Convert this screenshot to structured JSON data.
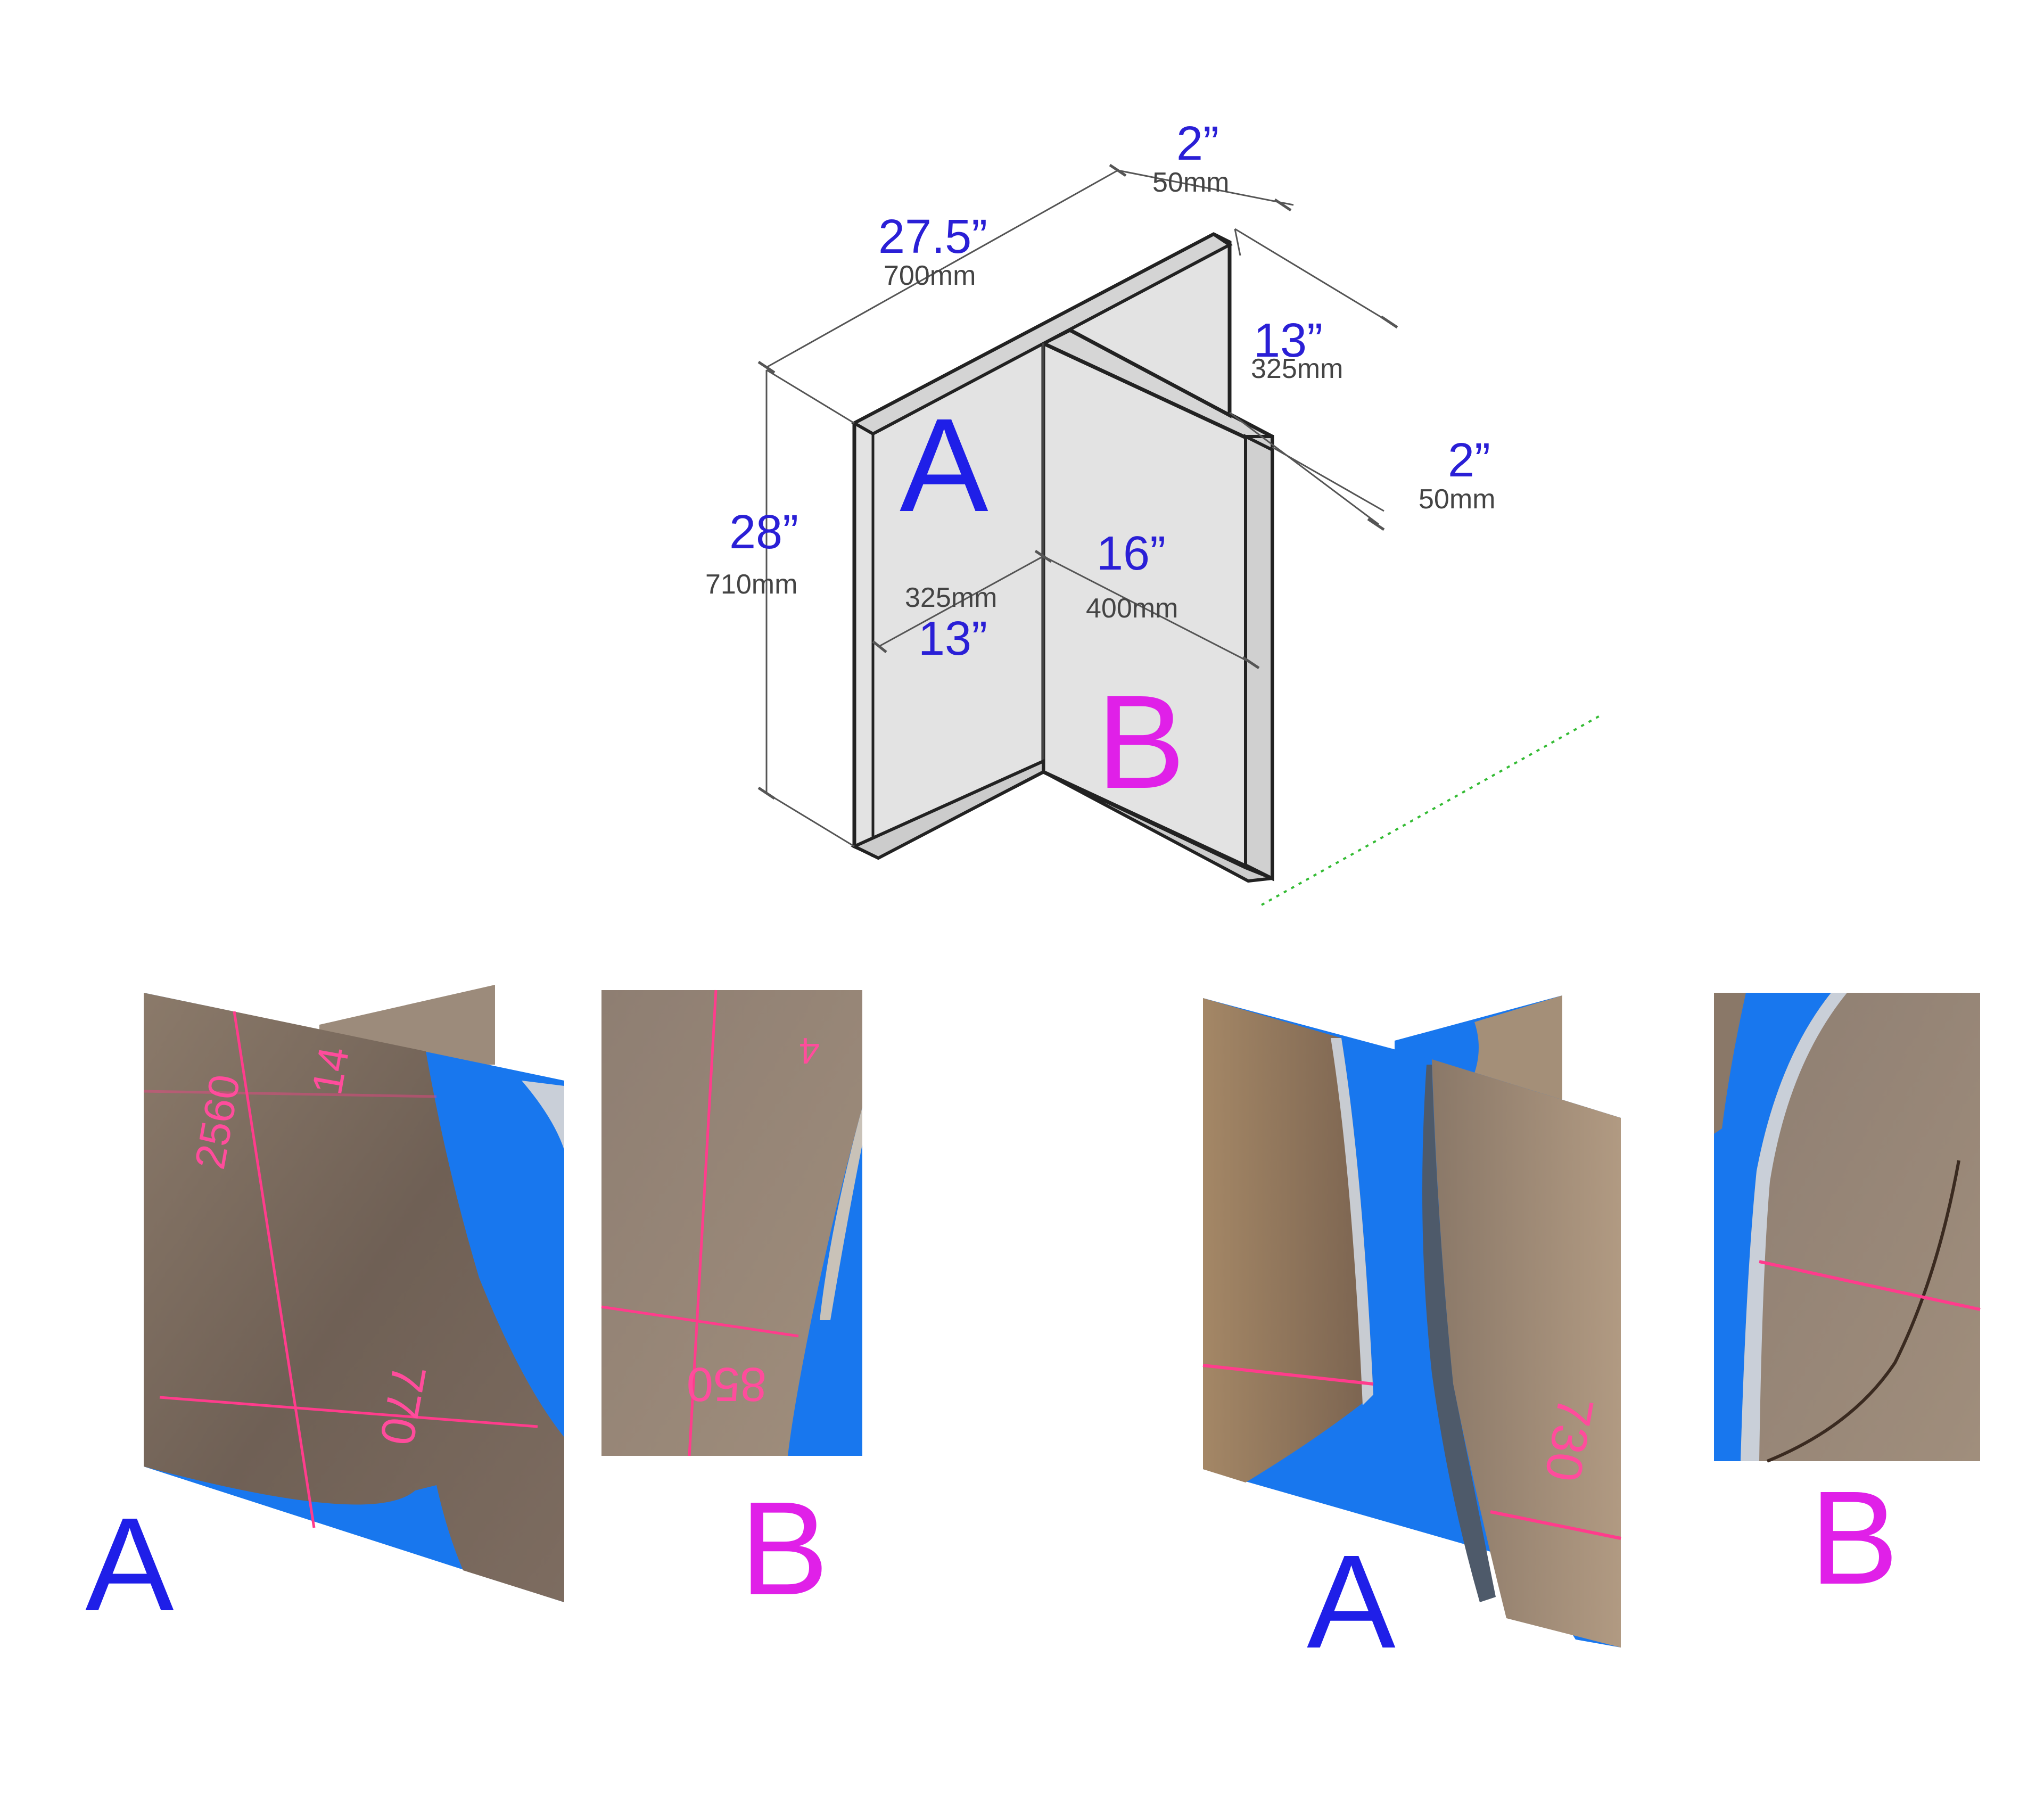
{
  "colors": {
    "inch_text": "#2a1fd6",
    "mm_text": "#444444",
    "label_a": "#1f1fe8",
    "label_b": "#e020e8",
    "panel_face": "#e2e2e2",
    "panel_edge": "#222222",
    "dim_line": "#555555",
    "resin_blue": "#1877ee",
    "wood_light": "#9a8a78",
    "wood_dark": "#6e6258",
    "pink_mark": "#ff3c8c",
    "dotted_guide": "#33bb33"
  },
  "dimensions": {
    "top_thickness": {
      "inch": "2”",
      "mm": "50mm"
    },
    "length_a": {
      "inch": "27.5”",
      "mm": "700mm"
    },
    "depth_back": {
      "inch": "13”",
      "mm": "325mm"
    },
    "front_thickness": {
      "inch": "2”",
      "mm": "50mm"
    },
    "height": {
      "inch": "28”",
      "mm": "710mm"
    },
    "width_b": {
      "inch": "16”",
      "mm": "400mm"
    },
    "depth_a": {
      "inch": "13”",
      "mm": "325mm"
    }
  },
  "labels": {
    "panel_a": "A",
    "panel_b": "B",
    "left_a": "A",
    "left_b": "B",
    "right_a": "A",
    "right_b": "B"
  },
  "slab_marks": {
    "left_a_numbers": [
      "2560",
      "14",
      "770"
    ],
    "left_b_numbers": [
      "850",
      "4"
    ],
    "right_a_numbers": [
      "730"
    ]
  }
}
